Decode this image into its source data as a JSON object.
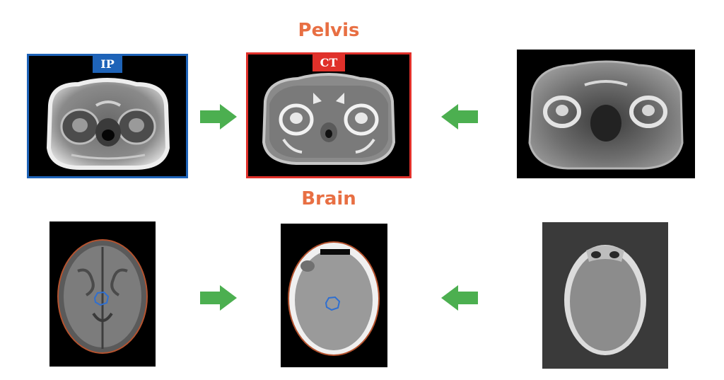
{
  "sections": {
    "pelvis": {
      "title": "Pelvis"
    },
    "brain": {
      "title": "Brain"
    }
  },
  "panels": {
    "pelvis_mr": {
      "tag": "IP",
      "tag_color": "#1e63b8"
    },
    "pelvis_ct": {
      "tag": "CT",
      "tag_color": "#e0302a"
    }
  },
  "colors": {
    "title": "#e86f43",
    "arrow": "#4caf50",
    "mr_border": "#1e63b8",
    "ct_border": "#e0302a",
    "outline_contour": "#b5532f",
    "target_contour": "#2f6fd0"
  },
  "icons": {
    "right_arrow": "arrow-right-icon",
    "left_arrow": "arrow-left-icon"
  }
}
